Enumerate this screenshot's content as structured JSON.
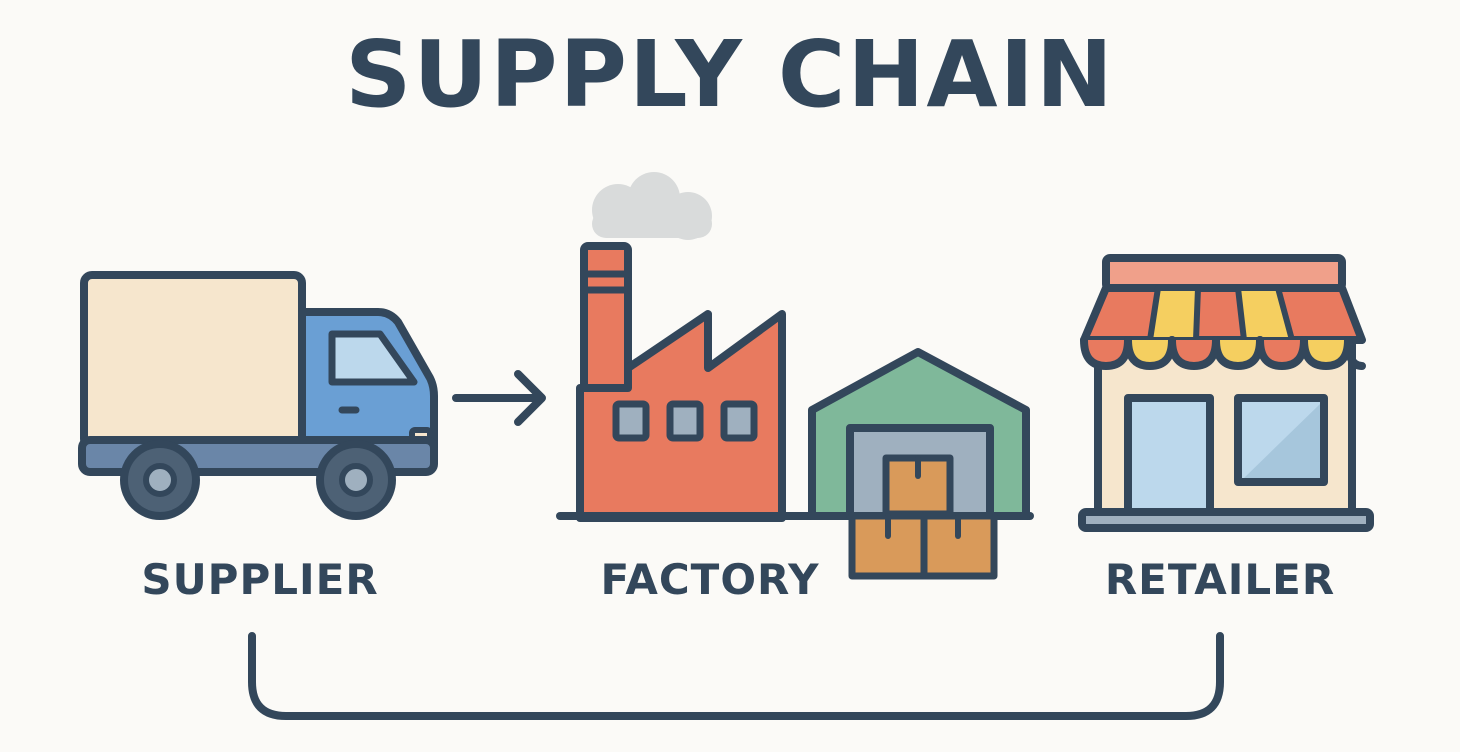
{
  "title": "SUPPLY CHAIN",
  "stages": [
    {
      "label": "SUPPLIER",
      "icon": "delivery-truck-icon"
    },
    {
      "label": "FACTORY",
      "icon": "factory-icon"
    },
    {
      "label": "RETAILER",
      "icon": "storefront-icon"
    }
  ],
  "colors": {
    "outline": "#33475b",
    "truck_cargo": "#f6e6cd",
    "truck_cab": "#6a9fd4",
    "factory": "#e87a5f",
    "warehouse": "#7fb89a",
    "box": "#d99a5a",
    "awning_red": "#e87a5f",
    "awning_yellow": "#f5cf60",
    "store_wall": "#f6e6cd",
    "window": "#bcd8ec",
    "smoke": "#d9dbdb"
  }
}
